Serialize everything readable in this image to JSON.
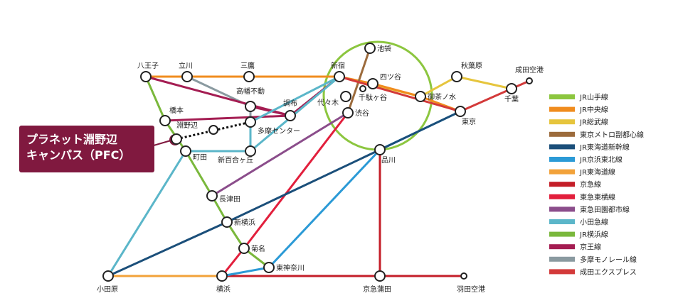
{
  "callout": {
    "line1": "プラネット淵野辺",
    "line2": "キャンパス（PFC）",
    "color": "#80193f"
  },
  "legend": [
    {
      "name": "JR山手線",
      "color": "#8cc63f"
    },
    {
      "name": "JR中央線",
      "color": "#f08c1e"
    },
    {
      "name": "JR総武線",
      "color": "#e6c53d"
    },
    {
      "name": "東京メトロ副都心線",
      "color": "#9c6b3c"
    },
    {
      "name": "JR東海道新幹線",
      "color": "#1b4f7a"
    },
    {
      "name": "JR京浜東北線",
      "color": "#2b9ad6"
    },
    {
      "name": "JR東海道線",
      "color": "#f2a23a"
    },
    {
      "name": "京急線",
      "color": "#c41e28"
    },
    {
      "name": "東急東横線",
      "color": "#e21f3c"
    },
    {
      "name": "東急田園都市線",
      "color": "#8b4d8b"
    },
    {
      "name": "小田急線",
      "color": "#5bb6c9"
    },
    {
      "name": "JR横浜線",
      "color": "#7ab83c"
    },
    {
      "name": "京王線",
      "color": "#a41d52"
    },
    {
      "name": "多摩モノレール線",
      "color": "#8a9aa0"
    },
    {
      "name": "成田エクスプレス",
      "color": "#d33a3a"
    }
  ],
  "stations": [
    {
      "id": "hachioji",
      "name": "八王子"
    },
    {
      "id": "tachikawa",
      "name": "立川"
    },
    {
      "id": "mitaka",
      "name": "三鷹"
    },
    {
      "id": "shinjuku",
      "name": "新宿"
    },
    {
      "id": "ikebukuro",
      "name": "池袋"
    },
    {
      "id": "yotsuya",
      "name": "四ツ谷"
    },
    {
      "id": "sendagaya",
      "name": "千駄ヶ谷"
    },
    {
      "id": "yoyogi",
      "name": "代々木"
    },
    {
      "id": "shibuya",
      "name": "渋谷"
    },
    {
      "id": "ochanomizu",
      "name": "御茶ノ水"
    },
    {
      "id": "akihabara",
      "name": "秋葉原"
    },
    {
      "id": "tokyo",
      "name": "東京"
    },
    {
      "id": "chiba",
      "name": "千葉"
    },
    {
      "id": "narita",
      "name": "成田空港"
    },
    {
      "id": "shinagawa",
      "name": "品川"
    },
    {
      "id": "takahata",
      "name": "高幡不動"
    },
    {
      "id": "chofu",
      "name": "調布"
    },
    {
      "id": "tamacenter",
      "name": "多摩センター"
    },
    {
      "id": "shinyuri",
      "name": "新百合ヶ丘"
    },
    {
      "id": "hashimoto",
      "name": "橋本"
    },
    {
      "id": "fuchinobe",
      "name": "淵野辺"
    },
    {
      "id": "machida",
      "name": "町田"
    },
    {
      "id": "nagatsuta",
      "name": "長津田"
    },
    {
      "id": "shinyokohama",
      "name": "新横浜"
    },
    {
      "id": "kikuna",
      "name": "菊名"
    },
    {
      "id": "higashikanagawa",
      "name": "東神奈川"
    },
    {
      "id": "odawara",
      "name": "小田原"
    },
    {
      "id": "yokohama",
      "name": "横浜"
    },
    {
      "id": "keikyukamata",
      "name": "京急蒲田"
    },
    {
      "id": "haneda",
      "name": "羽田空港"
    }
  ]
}
